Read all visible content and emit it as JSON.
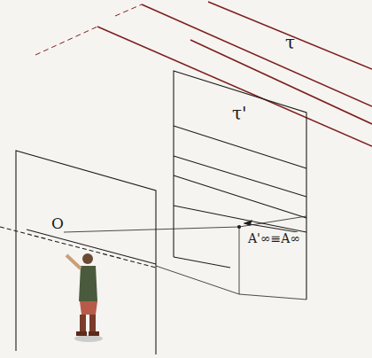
{
  "diagram": {
    "labels": [
      "τ",
      "τ'",
      "O",
      "A'∞≡A∞"
    ]
  }
}
